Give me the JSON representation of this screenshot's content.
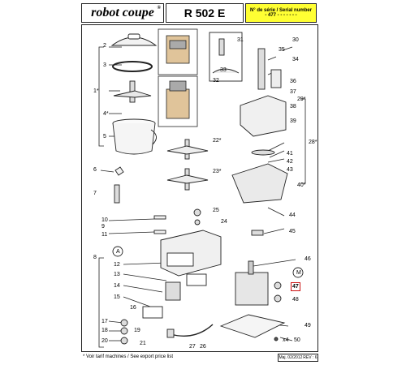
{
  "header": {
    "brand": "robot coupe",
    "brand_mark": "®",
    "model": "R 502 E",
    "serial_title": "N° de série / Serial number",
    "serial_value": "- 477 - - - - -   - -"
  },
  "footer": {
    "note": "* Voir tarif machines / See export price list",
    "date": "Maj. 02/2012",
    "rev": "REV : 6"
  },
  "callouts": {
    "c1": "1*",
    "c2": "2",
    "c3": "3",
    "c4": "4*",
    "c5": "5",
    "c6": "6",
    "c7": "7",
    "c8": "8",
    "c9": "9",
    "c10": "10",
    "c11": "11",
    "c12": "12",
    "c13": "13",
    "c14": "14",
    "c15": "15",
    "c16": "16",
    "c17": "17",
    "c18": "18",
    "c19": "19",
    "c20": "20",
    "c21": "21",
    "c22": "22*",
    "c23": "23*",
    "c24": "24",
    "c25": "25",
    "c26": "26",
    "c27": "27",
    "c28": "28*",
    "c29": "29*",
    "c30": "30",
    "c31": "31",
    "c32": "32",
    "c33": "33",
    "c34": "34",
    "c35": "35",
    "c36": "36",
    "c37": "37",
    "c38": "38",
    "c39": "39",
    "c40": "40*",
    "c41": "41",
    "c42": "42",
    "c43": "43",
    "c44": "44",
    "c45": "45",
    "c46": "46",
    "c47": "47",
    "c48": "48",
    "c49": "49",
    "c50": "50",
    "cA": "A",
    "cM": "M",
    "x4": "x4"
  },
  "colors": {
    "serial_bg": "#ffff33",
    "highlight": "#cc1111"
  }
}
